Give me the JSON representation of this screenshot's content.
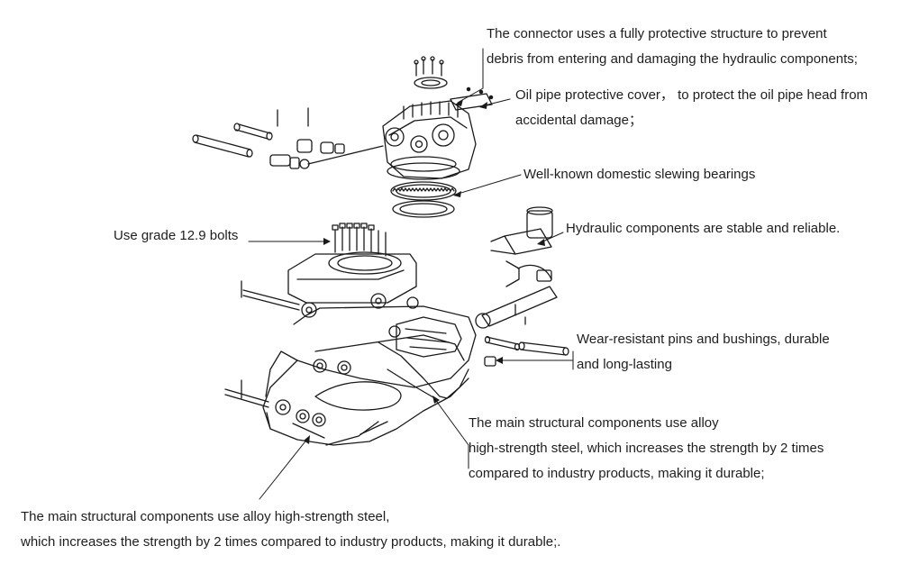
{
  "annotations": {
    "connector": {
      "line1": "The connector uses a fully protective structure to prevent",
      "line2": "debris from entering and damaging the hydraulic components;"
    },
    "oil_pipe": {
      "line1": "Oil pipe protective cover，  to protect the oil pipe head from",
      "line2": "accidental damage；"
    },
    "slewing": {
      "line1": "Well-known domestic slewing bearings"
    },
    "bolts": {
      "line1": "Use grade 12.9 bolts"
    },
    "hydraulic": {
      "line1": "Hydraulic components are stable and reliable."
    },
    "pins": {
      "line1": "Wear-resistant pins and bushings, durable",
      "line2": "and long-lasting"
    },
    "structure_right": {
      "line1": "The main structural components use alloy",
      "line2": "high-strength steel, which increases the strength by 2 times",
      "line3": "compared to industry products, making it durable;"
    },
    "structure_bottom": {
      "line1": "The main structural components use alloy high-strength steel,",
      "line2": "which increases the strength by 2 times compared to industry products, making it durable;."
    }
  },
  "colors": {
    "ink": "#1e1e1e",
    "background": "#ffffff"
  }
}
